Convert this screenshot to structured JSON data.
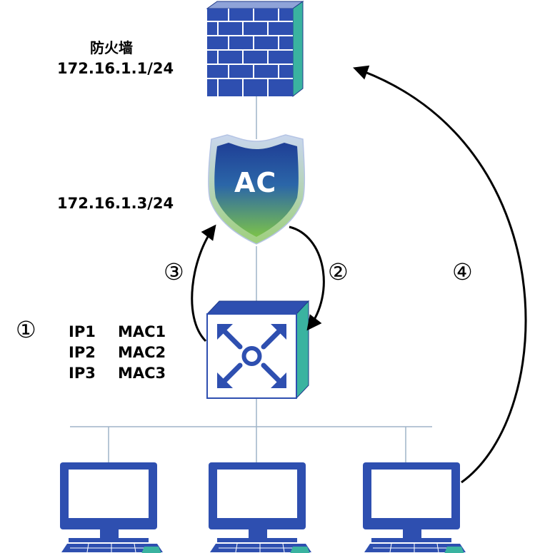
{
  "firewall": {
    "name": "防火墙",
    "ip": "172.16.1.1/24"
  },
  "ac": {
    "badge_text": "AC",
    "ip": "172.16.1.3/24"
  },
  "steps": {
    "step1": "①",
    "step2": "②",
    "step3": "③",
    "step4": "④"
  },
  "mac_table": {
    "rows": [
      {
        "ip": "IP1",
        "mac": "MAC1"
      },
      {
        "ip": "IP2",
        "mac": "MAC2"
      },
      {
        "ip": "IP3",
        "mac": "MAC3"
      }
    ]
  },
  "colors": {
    "device_blue": "#2e4fb0",
    "device_dark": "#1f3a8a",
    "teal_accent": "#3ab3a0",
    "ac_green": "#5fb84a",
    "line_gray": "#9fb4c8",
    "arrow_black": "#000000"
  },
  "icons": {
    "firewall": "brick-wall-icon",
    "ac": "shield-icon",
    "switch": "switch-arrows-icon",
    "pc": "desktop-computer-icon"
  }
}
